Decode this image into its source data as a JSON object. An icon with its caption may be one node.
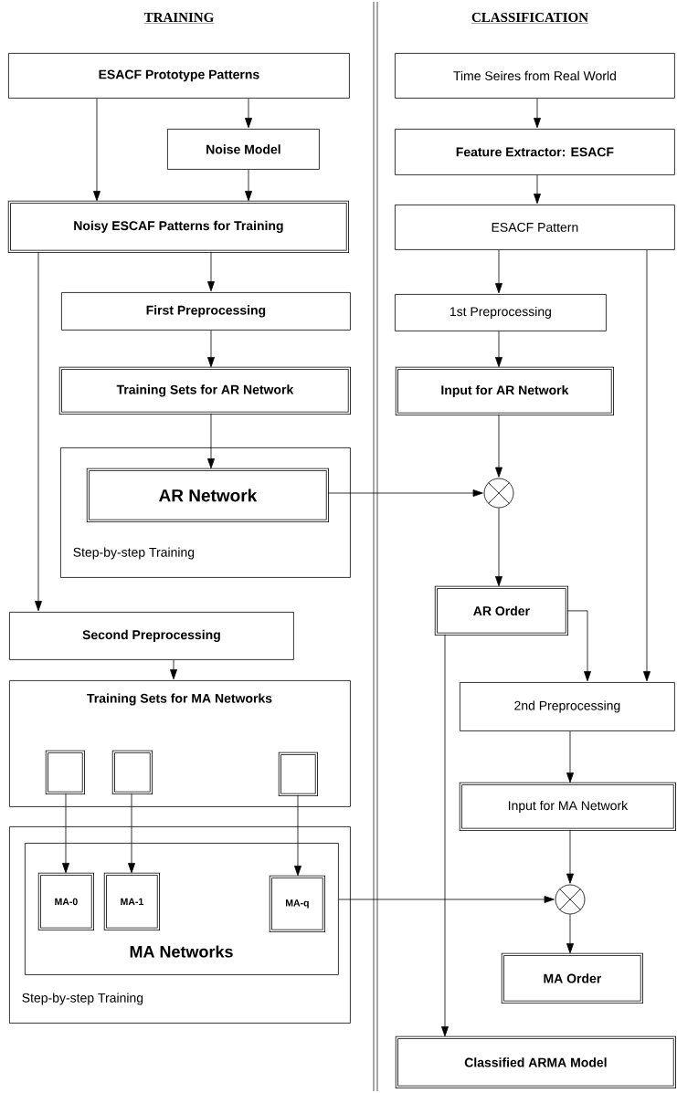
{
  "diagram": {
    "nodes": [
      {
        "text": [
          "ESACF Prototype Patterns"
        ]
      },
      {
        "text": [
          "Noise Model"
        ]
      },
      {
        "text": [
          "Noisy ESCAF Patterns for Training"
        ]
      },
      {
        "text": [
          "First  Preprocessing"
        ]
      },
      {
        "text": [
          "Training Sets for AR Network"
        ]
      },
      {
        "text": [
          "Step-by-step Training"
        ]
      },
      {
        "text": [
          "AR  Network"
        ],
        "in": 5
      },
      {
        "text": [
          "Second Preprocessing"
        ]
      },
      {
        "text": [
          "Training Sets for MA Networks"
        ]
      },
      {
        "text": [],
        "shape": "box",
        "in": 8
      },
      {
        "text": [],
        "shape": "box",
        "in": 8
      },
      {
        "text": [],
        "shape": "box",
        "in": 8
      },
      {
        "text": [
          "Step-by-step Training"
        ]
      },
      {
        "text": [
          "MA Networks"
        ],
        "in": 12
      },
      {
        "text": [
          "MA-0"
        ],
        "in": 13
      },
      {
        "text": [
          "MA-1"
        ],
        "in": 13
      },
      {
        "text": [
          "MA-q"
        ],
        "in": 13
      },
      {
        "text": [
          "Time Seires from Real World"
        ]
      },
      {
        "text": [
          "Feature Extractor: ESACF"
        ]
      },
      {
        "text": [
          "ESACF  Pattern"
        ]
      },
      {
        "text": [
          "1st Preprocessing"
        ]
      },
      {
        "text": [
          "Input for AR Network"
        ]
      },
      {
        "text": [],
        "shape": "circle"
      },
      {
        "text": [
          "AR Order"
        ]
      },
      {
        "text": [
          "2nd Preprocessing"
        ]
      },
      {
        "text": [
          "Input for MA Network"
        ]
      },
      {
        "text": [],
        "shape": "circle"
      },
      {
        "text": [
          "MA Order"
        ]
      },
      {
        "text": [
          "Classified ARMA Model"
        ]
      }
    ],
    "edges": [
      {
        "from": 0,
        "to": 2,
        "arrow": "to"
      },
      {
        "from": 0,
        "to": 1,
        "arrow": "to"
      },
      {
        "from": 1,
        "to": 2,
        "arrow": "to"
      },
      {
        "from": 2,
        "to": 3,
        "arrow": "to"
      },
      {
        "from": 3,
        "to": 4,
        "arrow": "to"
      },
      {
        "from": 4,
        "to": 6,
        "arrow": "to"
      },
      {
        "from": 2,
        "to": 7,
        "arrow": "to"
      },
      {
        "from": 7,
        "to": 8,
        "arrow": "to"
      },
      {
        "from": 9,
        "to": 14,
        "arrow": "to"
      },
      {
        "from": 10,
        "to": 15,
        "arrow": "to"
      },
      {
        "from": 11,
        "to": 16,
        "arrow": "to"
      },
      {
        "from": 6,
        "to": 22,
        "arrow": "to"
      },
      {
        "from": 13,
        "to": 26,
        "arrow": "to"
      },
      {
        "from": 17,
        "to": 18,
        "arrow": "to"
      },
      {
        "from": 18,
        "to": 19,
        "arrow": "to"
      },
      {
        "from": 19,
        "to": 20,
        "arrow": "to"
      },
      {
        "from": 20,
        "to": 21,
        "arrow": "to"
      },
      {
        "from": 21,
        "to": 22,
        "arrow": "to"
      },
      {
        "from": 22,
        "to": 23,
        "arrow": "to"
      },
      {
        "from": 19,
        "to": 24,
        "arrow": "to"
      },
      {
        "from": 23,
        "to": 24,
        "arrow": "to"
      },
      {
        "from": 24,
        "to": 25,
        "arrow": "to"
      },
      {
        "from": 25,
        "to": 26,
        "arrow": "to"
      },
      {
        "from": 26,
        "to": 27,
        "arrow": "to"
      },
      {
        "from": 23,
        "to": 28,
        "arrow": "to"
      }
    ],
    "labels": [
      "TRAINING",
      "CLASSIFICATION"
    ]
  }
}
